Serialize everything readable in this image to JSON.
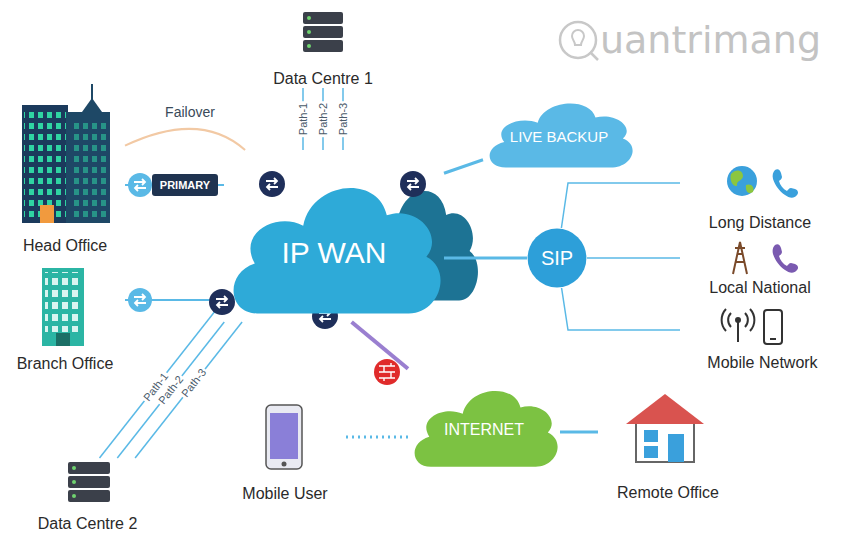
{
  "diagram": {
    "nodes": [
      {
        "text": [
          "Data Centre 1"
        ]
      },
      {
        "text": [
          "Head Office"
        ]
      },
      {
        "text": [
          "PRIMARY"
        ]
      },
      {
        "text": [
          "LIVE BACKUP"
        ]
      },
      {
        "text": [
          "IP WAN"
        ]
      },
      {
        "text": [
          "SIP"
        ]
      },
      {
        "text": [
          "Long Distance"
        ]
      },
      {
        "text": [
          "Local National"
        ]
      },
      {
        "text": [
          "Branch Office"
        ]
      },
      {
        "text": [
          "Mobile Network"
        ]
      },
      {
        "text": [
          "INTERNET"
        ]
      },
      {
        "text": [
          "Mobile User"
        ]
      },
      {
        "text": [
          "Remote Office"
        ]
      },
      {
        "text": [
          "Data Centre 2"
        ]
      }
    ],
    "edges": [
      {
        "from": 1,
        "to": 2,
        "arrow": "none"
      },
      {
        "from": 2,
        "to": 4,
        "arrow": "none"
      },
      {
        "from": 1,
        "to": 4,
        "label": "Failover",
        "arrow": "none"
      },
      {
        "from": 0,
        "to": 4,
        "label": "Path-1",
        "arrow": "none"
      },
      {
        "from": 0,
        "to": 4,
        "label": "Path-2",
        "arrow": "none"
      },
      {
        "from": 0,
        "to": 4,
        "label": "Path-3",
        "arrow": "none"
      },
      {
        "from": 4,
        "to": 3,
        "arrow": "none"
      },
      {
        "from": 4,
        "to": 5,
        "arrow": "none"
      },
      {
        "from": 5,
        "to": 6,
        "arrow": "none"
      },
      {
        "from": 5,
        "to": 7,
        "arrow": "none"
      },
      {
        "from": 5,
        "to": 9,
        "arrow": "none"
      },
      {
        "from": 8,
        "to": 4,
        "arrow": "none"
      },
      {
        "from": 4,
        "to": 10,
        "arrow": "none"
      },
      {
        "from": 10,
        "to": 11,
        "arrow": "none"
      },
      {
        "from": 10,
        "to": 12,
        "arrow": "none"
      },
      {
        "from": 13,
        "to": 4,
        "label": "Path-1",
        "arrow": "none"
      },
      {
        "from": 13,
        "to": 4,
        "label": "Path-2",
        "arrow": "none"
      },
      {
        "from": 13,
        "to": 4,
        "label": "Path-3",
        "arrow": "none"
      }
    ],
    "labels": [
      "uantrimang"
    ]
  }
}
